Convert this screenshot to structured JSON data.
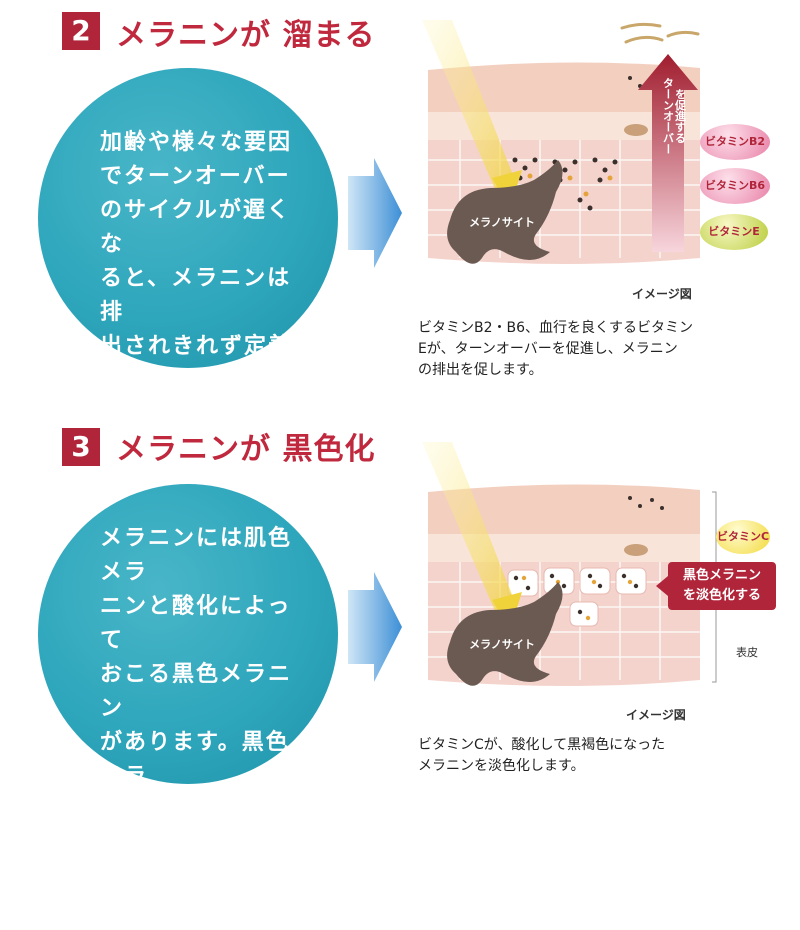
{
  "section2": {
    "number": "2",
    "heading": "メラニンが 溜まる",
    "circle_text": "加齢や様々な要因\nでターンオーバー\nのサイクルが遅くな\nると、メラニンは排\n出されきれず定着\nしていきます。",
    "illustration": {
      "melanocyte_label": "メラノサイト",
      "turnover_label": "ターンオーバー\nを促進する",
      "badges": [
        "ビタミンB2",
        "ビタミンB6",
        "ビタミンE"
      ]
    },
    "image_caption": "イメージ図",
    "description": "ビタミンB2・B6、血行を良くするビタミン\nEが、ターンオーバーを促進し、メラニン\nの排出を促します。"
  },
  "section3": {
    "number": "3",
    "heading": "メラニンが 黒色化",
    "circle_text": "メラニンには肌色メラ\nニンと酸化によって\nおこる黒色メラニン\nがあります。黒色メラ\nニンが増えるほど肌\nはくすんで見えます。",
    "illustration": {
      "melanocyte_label": "メラノサイト",
      "badge": "ビタミンC",
      "callout": "黒色メラニン\nを淡色化する",
      "epidermis_label": "表皮"
    },
    "image_caption": "イメージ図",
    "description": "ビタミンCが、酸化して黒褐色になった\nメラニンを淡色化します。"
  },
  "colors": {
    "accent_red": "#b0253a",
    "teal": "#2ea6bc",
    "skin": "#f6d8d2",
    "melanocyte": "#6b5a52"
  }
}
